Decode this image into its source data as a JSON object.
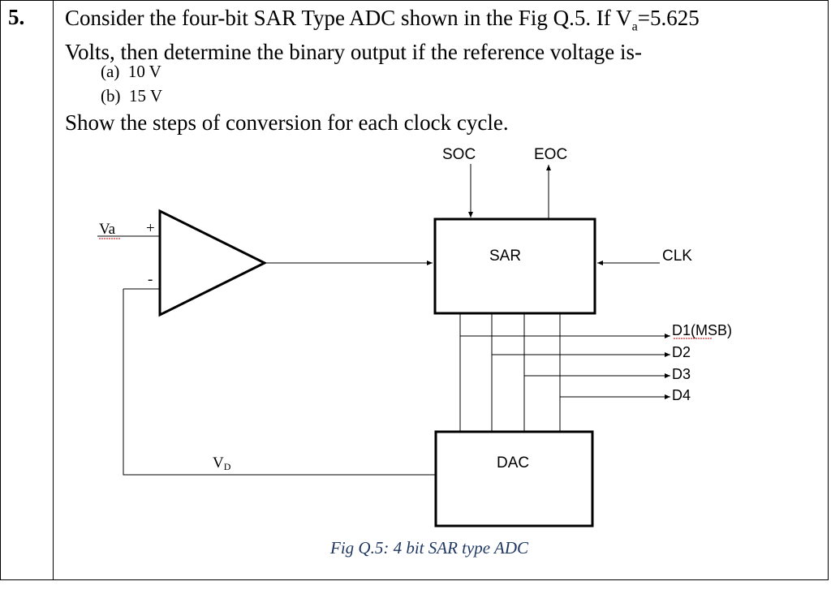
{
  "question": {
    "number": "5.",
    "line1_prefix": "Consider the four-bit SAR Type ADC shown in the Fig Q.5. If V",
    "line1_sub": "a",
    "line1_suffix": "=5.625",
    "line2": "Volts, then determine the binary output if the reference voltage is-",
    "options": [
      {
        "marker": "(a)",
        "text": "10 V"
      },
      {
        "marker": "(b)",
        "text": "15 V"
      }
    ],
    "steps": "Show the steps of conversion for each clock cycle."
  },
  "figure": {
    "soc_label": "SOC",
    "eoc_label": "EOC",
    "va_label": "Va",
    "plus_label": "+",
    "minus_label": "-",
    "sar_label": "SAR",
    "clk_label": "CLK",
    "dac_label": "DAC",
    "vd_main": "V",
    "vd_sub": "D",
    "outputs": [
      "D1(MSB)",
      "D2",
      "D3",
      "D4"
    ],
    "caption": "Fig Q.5: 4 bit SAR type ADC"
  }
}
